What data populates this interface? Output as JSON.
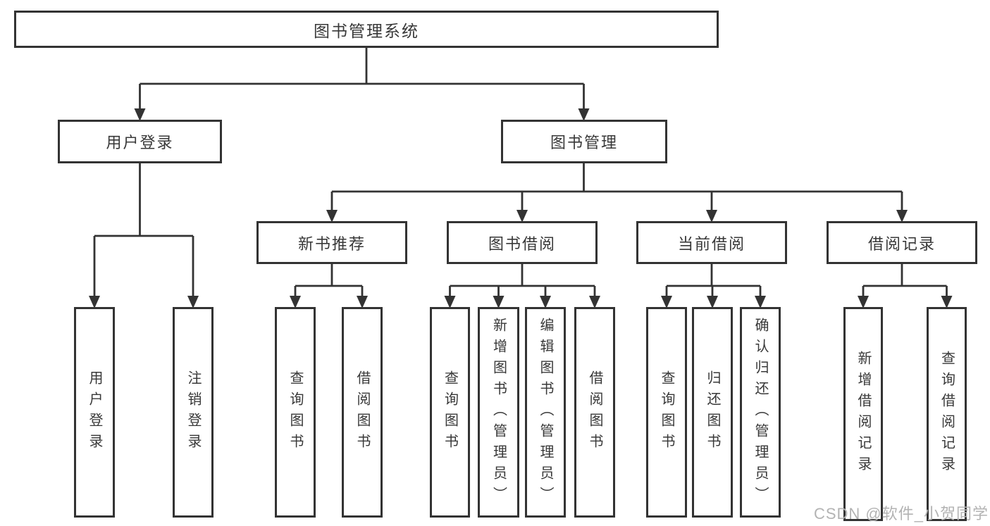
{
  "tree": {
    "root": "图书管理系统",
    "children": [
      {
        "label": "用户登录",
        "children": [
          {
            "label": "用户登录"
          },
          {
            "label": "注销登录"
          }
        ]
      },
      {
        "label": "图书管理",
        "children": [
          {
            "label": "新书推荐",
            "children": [
              {
                "label": "查询图书"
              },
              {
                "label": "借阅图书"
              }
            ]
          },
          {
            "label": "图书借阅",
            "children": [
              {
                "label": "查询图书"
              },
              {
                "label": "新增图书（管理员）"
              },
              {
                "label": "编辑图书（管理员）"
              },
              {
                "label": "借阅图书"
              }
            ]
          },
          {
            "label": "当前借阅",
            "children": [
              {
                "label": "查询图书"
              },
              {
                "label": "归还图书"
              },
              {
                "label": "确认归还（管理员）"
              }
            ]
          },
          {
            "label": "借阅记录",
            "children": [
              {
                "label": "新增借阅记录"
              },
              {
                "label": "查询借阅记录"
              }
            ]
          }
        ]
      }
    ]
  },
  "watermark": {
    "text": "CSDN @软件_小贺同学",
    "color": "#b3b3b3"
  },
  "colors": {
    "line": "#333333",
    "text": "#383838",
    "background": "#ffffff"
  }
}
